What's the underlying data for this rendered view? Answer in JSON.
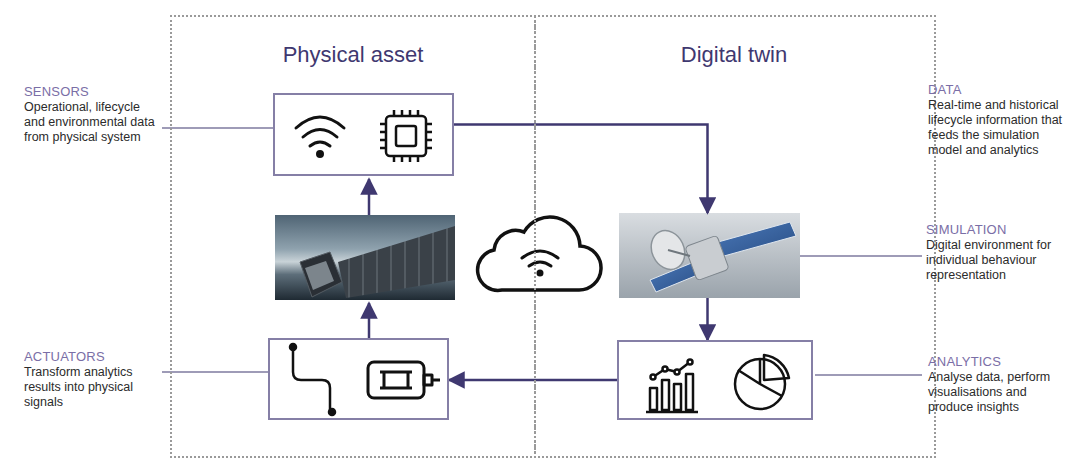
{
  "diagram": {
    "nodes": [
      {
        "text": [
          "Physical asset"
        ]
      },
      {
        "text": [
          "Digital twin"
        ]
      },
      {
        "text": [
          "SENSORS",
          "Operational, lifecycle and environmental data from physical system"
        ],
        "in": 0
      },
      {
        "text": [
          "SIMULATION",
          "Digital environment for individual behaviour representation"
        ],
        "in": 1
      },
      {
        "text": [
          "ACTUATORS",
          "Transform analytics results into physical signals"
        ],
        "in": 0
      },
      {
        "text": [
          "ANALYTICS",
          "Analyse data, perform visualisations and produce insights"
        ],
        "in": 1
      }
    ],
    "edges": [
      {
        "from": 2,
        "to": 3,
        "arrow": "to"
      },
      {
        "from": 3,
        "to": 5,
        "arrow": "to"
      },
      {
        "from": 5,
        "to": 4,
        "arrow": "to"
      }
    ],
    "labels": [
      "DATA",
      "Real-time and historical lifecycle information that feeds the simulation model and analytics"
    ]
  }
}
